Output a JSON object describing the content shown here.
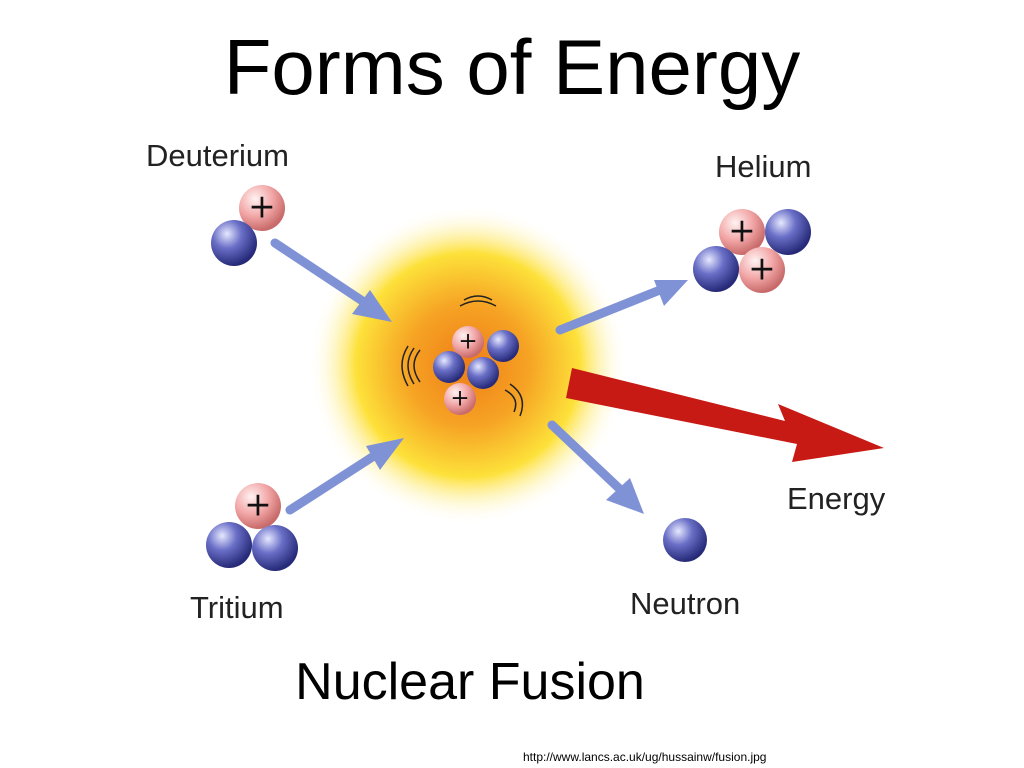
{
  "slide": {
    "title": "Forms of Energy",
    "subtitle": "Nuclear Fusion",
    "source": "http://www.lancs.ac.uk/ug/hussainw/fusion.jpg"
  },
  "diagram": {
    "labels": {
      "deuterium": "Deuterium",
      "tritium": "Tritium",
      "helium": "Helium",
      "neutron": "Neutron",
      "energy": "Energy"
    },
    "proton_symbol": "+",
    "colors": {
      "proton": "#f2a6a6",
      "neutron": "#4b4fa8",
      "arrow": "#7f92d6",
      "energy_arrow": "#c81a14",
      "glow_core": "#f08a1c",
      "glow_outer": "#ffe95a"
    }
  }
}
